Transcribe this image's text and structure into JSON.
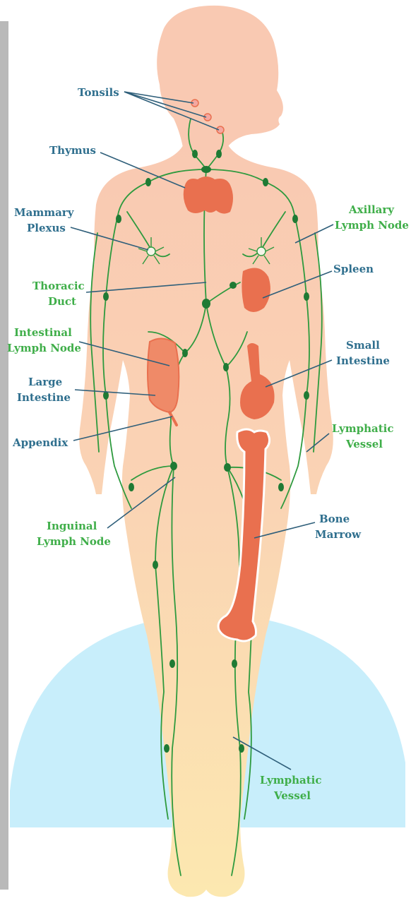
{
  "colors": {
    "skin": "#f9cdb4",
    "skin_legs": "#fbe3b0",
    "vessel": "#2e9a3e",
    "node": "#1f7a34",
    "organ": "#e9704f",
    "label_blue": "#2f6f8e",
    "label_green": "#3fae49",
    "background_dome": "#c8eefb",
    "left_bar": "#b9b9b9"
  },
  "labels": {
    "tonsils": "Tonsils",
    "thymus": "Thymus",
    "mammary_plexus": [
      "Mammary",
      "Plexus"
    ],
    "axillary_lymph_node": [
      "Axillary",
      "Lymph Node"
    ],
    "thoracic_duct": [
      "Thoracic",
      "Duct"
    ],
    "spleen": "Spleen",
    "intestinal_lymph_node": [
      "Intestinal",
      "Lymph Node"
    ],
    "small_intestine": [
      "Small",
      "Intestine"
    ],
    "large_intestine": [
      "Large",
      "Intestine"
    ],
    "appendix": "Appendix",
    "lymphatic_vessel_arm": [
      "Lymphatic",
      "Vessel"
    ],
    "inguinal_lymph_node": [
      "Inguinal",
      "Lymph Node"
    ],
    "bone_marrow": [
      "Bone",
      "Marrow"
    ],
    "lymphatic_vessel_leg": [
      "Lymphatic",
      "Vessel"
    ]
  }
}
